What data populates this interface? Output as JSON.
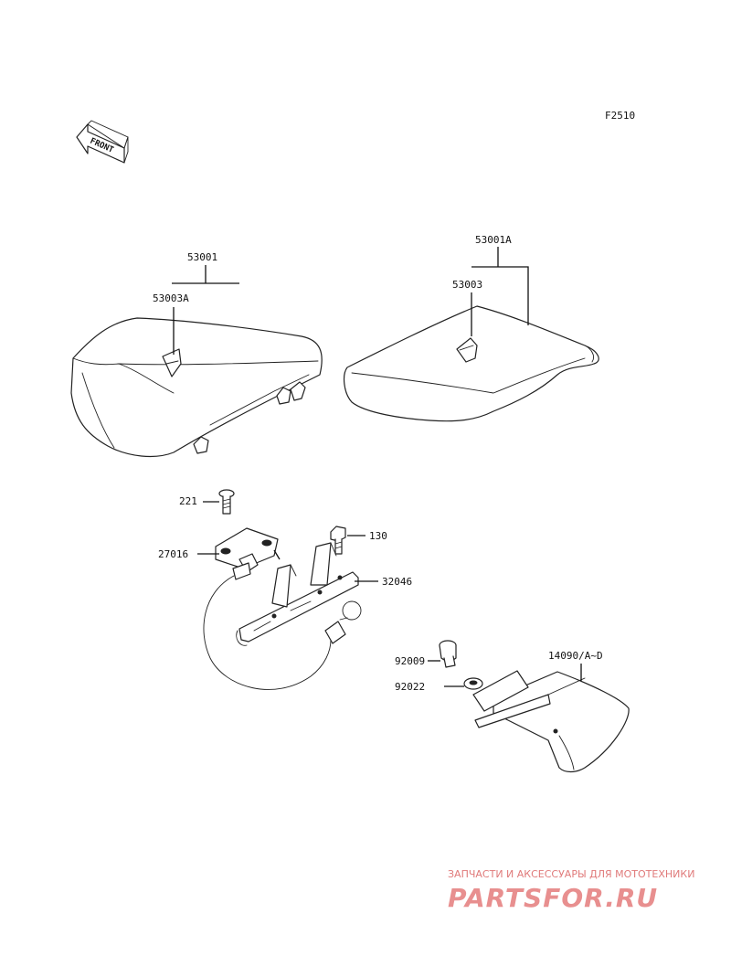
{
  "diagram_code": "F2510",
  "front_label": "FRONT",
  "labels": {
    "p53001": "53001",
    "p53003A": "53003A",
    "p53001A": "53001A",
    "p53003": "53003",
    "p221": "221",
    "p27016": "27016",
    "p130": "130",
    "p32046": "32046",
    "p92009": "92009",
    "p92022": "92022",
    "p14090": "14090/A~D"
  },
  "watermark": {
    "top": "ЗАПЧАСТИ И АКСЕССУАРЫ ДЛЯ МОТОТЕХНИКИ",
    "brand": "PARTSFOR.RU"
  },
  "colors": {
    "line": "#111111",
    "watermark": "#e07a7a"
  }
}
